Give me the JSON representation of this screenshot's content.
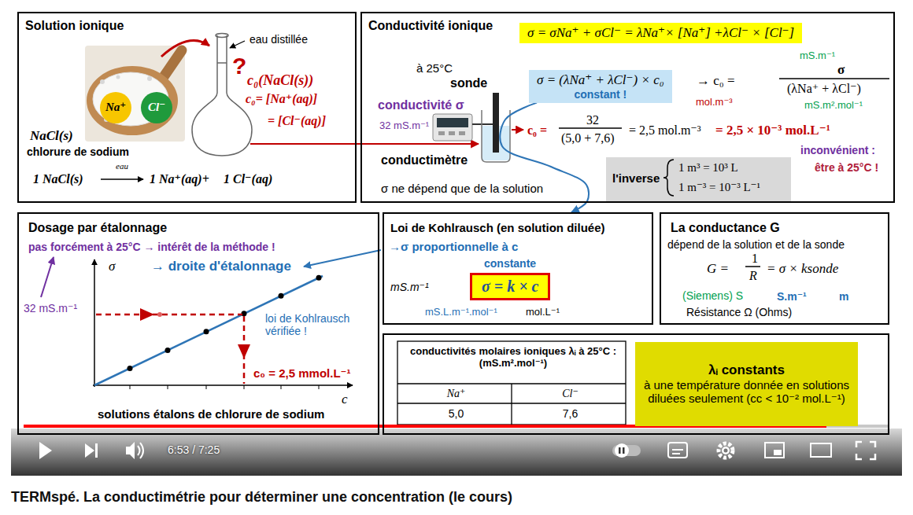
{
  "diagram": {
    "title": "TERMspé. La conductimétrie pour déterminer une concentration (le cours)",
    "nodes": [
      {
        "text": [
          "Solution ionique",
          "eau distillée",
          "c₀(NaCl(s))",
          "?",
          "c₀= [Na⁺(aq)]",
          "= [Cl⁻(aq)]",
          "NaCl(s)",
          "chlorure de sodium",
          "1 NaCl(s)",
          "eau",
          "1 Na⁺(aq)+",
          "1 Cl⁻(aq)"
        ]
      },
      {
        "text": [
          "Na⁺"
        ],
        "in": 0
      },
      {
        "text": [
          "Cl⁻"
        ],
        "in": 0
      },
      {
        "text": [
          "Conductivité ionique",
          "à 25°C",
          "sonde",
          "conductivité σ",
          "32 mS.m⁻¹",
          "conductimètre",
          "σ ne dépend que de la solution",
          "→ c₀ =",
          "mS.m⁻¹",
          "σ",
          "(λNa⁺ + λCl⁻)",
          "mol.m⁻³",
          "mS.m².mol⁻¹",
          "c₀ =",
          "32",
          "(5,0 + 7,6)",
          "= 2,5 mol.m⁻³",
          "= 2,5 × 10⁻³ mol.L⁻¹",
          "inconvénient :",
          "être à 25°C !"
        ]
      },
      {
        "text": [
          "σ = σNa⁺ + σCl⁻ = λNa⁺× [Na⁺] +λCl⁻ × [Cl⁻]"
        ],
        "in": 3
      },
      {
        "text": [
          "σ = (λNa⁺ + λCl⁻) × c₀",
          "constant !"
        ],
        "in": 3
      },
      {
        "text": [
          "l'inverse",
          "1 m³ = 10³ L",
          "1 m⁻³ = 10⁻³ L⁻¹"
        ],
        "in": 3
      },
      {
        "text": [
          "Dosage par étalonnage",
          "pas forcément à 25°C → intérêt de la méthode !",
          "σ",
          "→ droite d'étalonnage",
          "32 mS.m⁻¹",
          "loi de Kohlrausch vérifiée !",
          "c₀ = 2,5 mmol.L⁻¹",
          "c",
          "solutions étalons de chlorure de sodium"
        ]
      },
      {
        "text": [
          "Loi de Kohlrausch (en solution diluée)",
          "→σ proportionnelle à c",
          "constante",
          "mS.m⁻¹",
          "mS.L.m⁻¹.mol⁻¹",
          "mol.L⁻¹"
        ]
      },
      {
        "text": [
          "σ = k × c"
        ],
        "in": 8
      },
      {
        "text": [
          "La conductance G",
          "dépend de la solution et de la sonde",
          "G =",
          "1",
          "R",
          "= σ × ksonde",
          "(Siemens) S",
          "S.m⁻¹",
          "m",
          "Résistance Ω (Ohms)"
        ]
      },
      {
        "text": [
          "conductivités molaires ioniques λᵢ à 25°C : (mS.m².mol⁻¹)",
          "Na⁺",
          "Cl⁻",
          "5,0",
          "7,6"
        ]
      },
      {
        "text": [
          "λᵢ constants",
          "à une température donnée en solutions diluées seulement (cc < 10⁻² mol.L⁻¹)"
        ],
        "in": 11
      }
    ],
    "edges": [
      {
        "from": 5,
        "to": 8,
        "arrow": "to"
      }
    ],
    "labels": [
      "6:53 / 7:25"
    ]
  }
}
